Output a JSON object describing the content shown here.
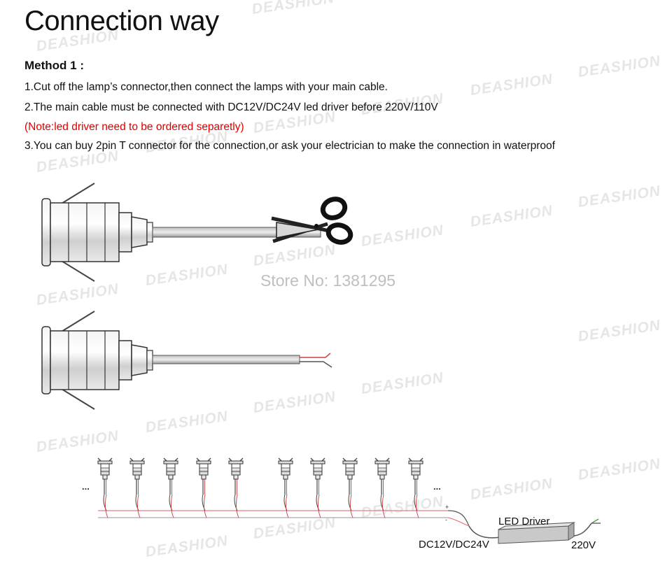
{
  "title": "Connection way",
  "method": "Method 1 :",
  "steps": {
    "step1": "1.Cut off the lamp’s connector,then connect the lamps with your main cable.",
    "step2": "2.The main cable must be connected with DC12V/DC24V led driver before 220V/110V",
    "note": "(Note:led driver need to be ordered separetly)",
    "step3": "3.You can buy 2pin T connector for the connection,or ask your electrician to make the connection in waterproof"
  },
  "store": "Store No: 1381295",
  "watermark": "DEASHION",
  "wiring": {
    "driver_label": "LED Driver",
    "dc_label": "DC12V/DC24V",
    "ac_label": "220V",
    "ellipsis_left": "...",
    "ellipsis_right": "...",
    "plus": "+",
    "minus": "-",
    "lamp_count": 10
  },
  "colors": {
    "red_wire": "#e05050",
    "note_text": "#e00000",
    "watermark": "#e6e6e6"
  }
}
